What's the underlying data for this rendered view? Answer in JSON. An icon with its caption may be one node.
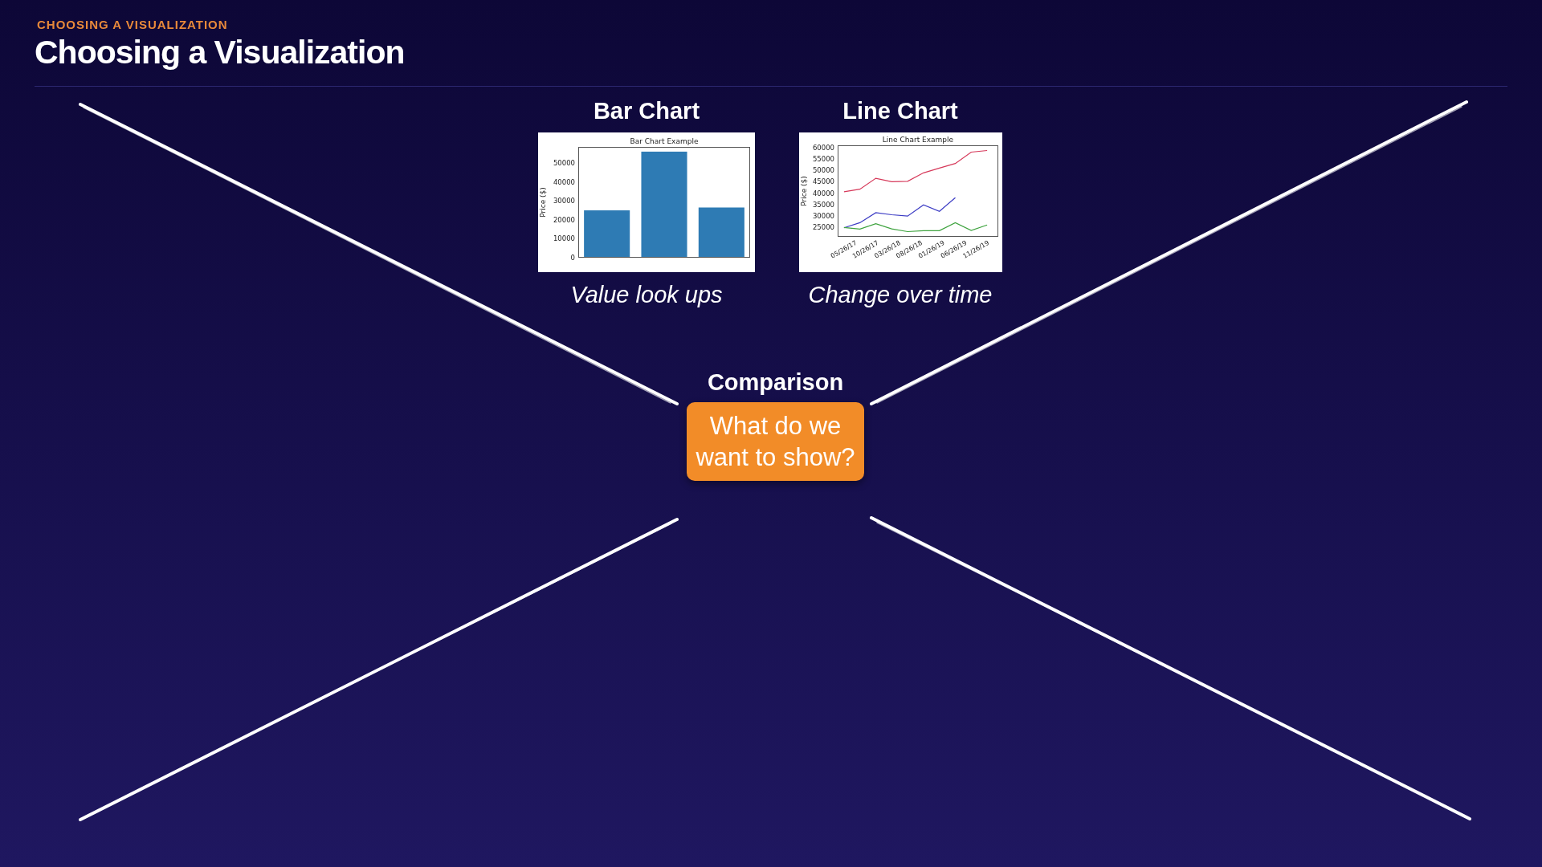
{
  "diagram": {
    "title": "Choosing a Visualization",
    "nodes": [
      {
        "text": [
          "Bar Chart",
          "Value look ups"
        ]
      },
      {
        "text": [
          "Line Chart",
          "Change over time"
        ]
      },
      {
        "text": [
          "Comparison",
          "What do we want to show?"
        ]
      }
    ],
    "edges": [],
    "labels": [
      "CHOOSING A VISUALIZATION",
      "05/26/17",
      "10/26/17",
      "03/26/18",
      "08/26/18",
      "01/26/19",
      "06/26/19",
      "11/26/19"
    ],
    "chart_data": [
      {
        "type": "line",
        "title": "Line Chart Example",
        "ylabel": "Price ($)",
        "categories": [
          null,
          null,
          null,
          null,
          null,
          null,
          null,
          null,
          null,
          null
        ],
        "series": [
          {
            "color": "#d6395a",
            "values": [
              40600,
              41700,
              46500,
              45000,
              45200,
              48900,
              51000,
              53000,
              58000,
              58700
            ]
          },
          {
            "color": "#3b3bc4",
            "values": [
              24800,
              27000,
              31400,
              30500,
              29900,
              34800,
              32000,
              38000,
              null,
              null
            ]
          },
          {
            "color": "#3fa33f",
            "values": [
              24900,
              24200,
              26600,
              24300,
              23100,
              23500,
              23500,
              27000,
              23600,
              26000
            ]
          }
        ],
        "ylim": [
          20800,
          61000
        ],
        "yticks": [
          25000,
          30000,
          35000,
          40000,
          45000,
          50000,
          55000,
          60000
        ]
      },
      {
        "type": "bar",
        "title": "Bar Chart Example",
        "ylabel": "Price ($)",
        "categories": [
          null,
          null,
          null
        ],
        "series": [
          {
            "color": "#2e7bb4",
            "values": [
              25000,
              56000,
              26500
            ]
          }
        ],
        "ylim": [
          0,
          58500
        ],
        "yticks": [
          0,
          10000,
          20000,
          30000,
          40000,
          50000
        ]
      }
    ]
  }
}
